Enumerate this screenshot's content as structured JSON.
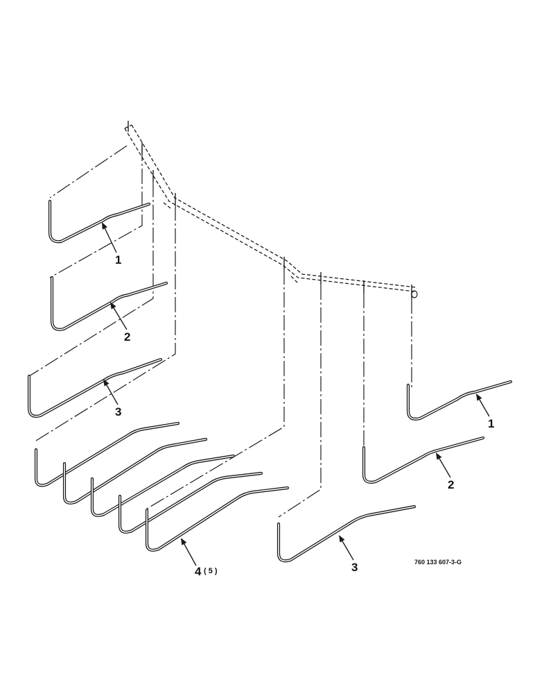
{
  "diagram": {
    "drawing_number": "760 133 607-3-G",
    "callouts": {
      "left_1": "1",
      "left_2": "2",
      "left_3": "3",
      "group_4": "4",
      "group_4_qty": "( 5 )",
      "right_1": "1",
      "right_2": "2",
      "right_3": "3"
    },
    "colors": {
      "line": "#1a1a1a",
      "background": "#ffffff"
    }
  }
}
